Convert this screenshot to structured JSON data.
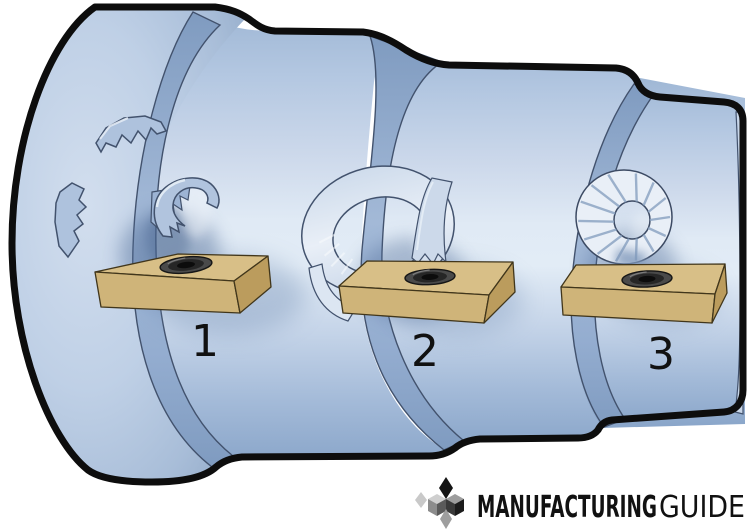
{
  "illustration": {
    "description": "Three-step turned shaft with chuck flange, three turning inserts and three chip formation types",
    "stations": [
      {
        "label": "1",
        "chip_icon": "broken-chip-fragments"
      },
      {
        "label": "2",
        "chip_icon": "long-spiral-chip"
      },
      {
        "label": "3",
        "chip_icon": "short-curled-comma-chip"
      }
    ]
  },
  "logo": {
    "icon": "isometric-cubes-logo",
    "text_primary": "MANUFACTURING",
    "text_secondary": "GUIDE"
  },
  "colors": {
    "background": "#ffffff",
    "outline": "#0d0d0d",
    "workpiece_base": "#b9cce4",
    "workpiece_highlight": "#e3ecf6",
    "workpiece_shadow": "#8fabcd",
    "rim_band": "#93accd",
    "edge_line": "#42526d",
    "insert_top": "#d8bf87",
    "insert_front": "#cfb479",
    "insert_side": "#bb9c5d",
    "insert_edge": "#41361b",
    "screw_dark": "#2a2a2a",
    "label_text": "#111111",
    "logo_text": "#111111"
  }
}
